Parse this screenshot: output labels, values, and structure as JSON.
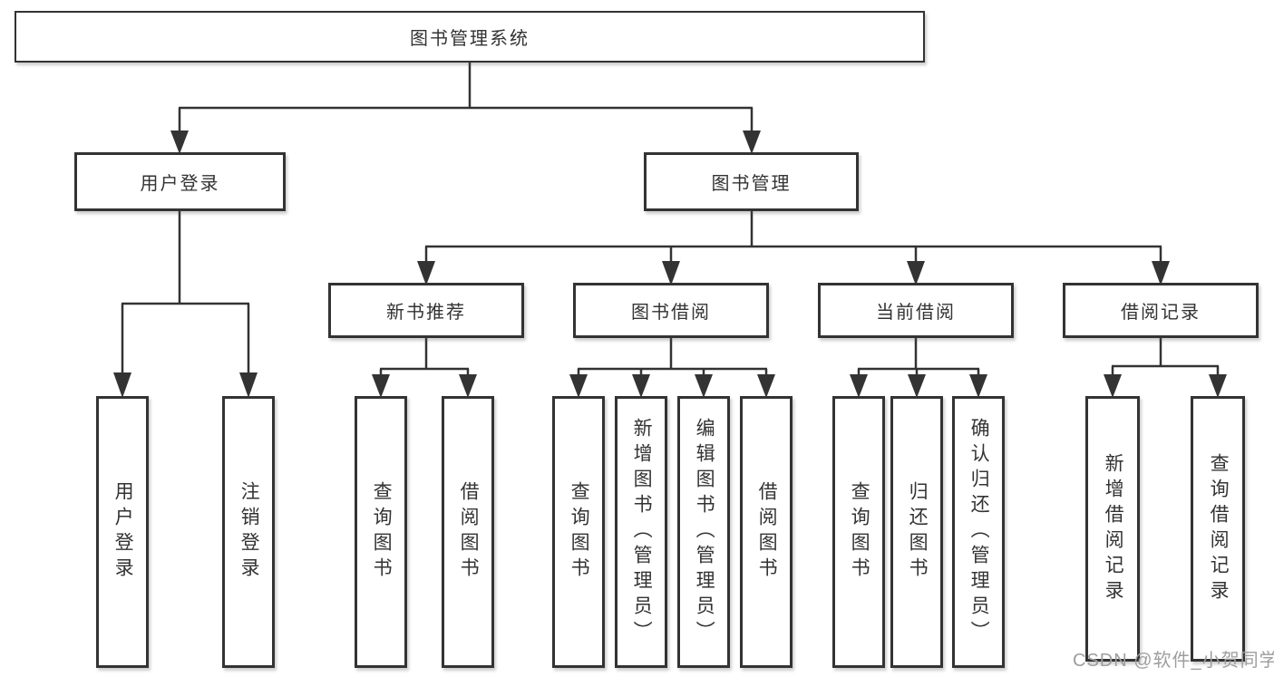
{
  "nodes": {
    "root": "图书管理系统",
    "login": {
      "label": "用户登录",
      "children": [
        "用户登录",
        "注销登录"
      ]
    },
    "mgmt": {
      "label": "图书管理"
    },
    "groups": [
      {
        "label": "新书推荐",
        "children": [
          "查询图书",
          "借阅图书"
        ]
      },
      {
        "label": "图书借阅",
        "children": [
          "查询图书",
          "新增图书（管理员）",
          "编辑图书（管理员）",
          "借阅图书"
        ]
      },
      {
        "label": "当前借阅",
        "children": [
          "查询图书",
          "归还图书",
          "确认归还（管理员）"
        ]
      },
      {
        "label": "借阅记录",
        "children": [
          "新增借阅记录",
          "查询借阅记录"
        ]
      }
    ]
  },
  "watermark": "CSDN @软件_小贺同学",
  "colors": {
    "line": "#333333",
    "text": "#333333",
    "watermark": "#9e9e9e",
    "background": "#ffffff"
  }
}
